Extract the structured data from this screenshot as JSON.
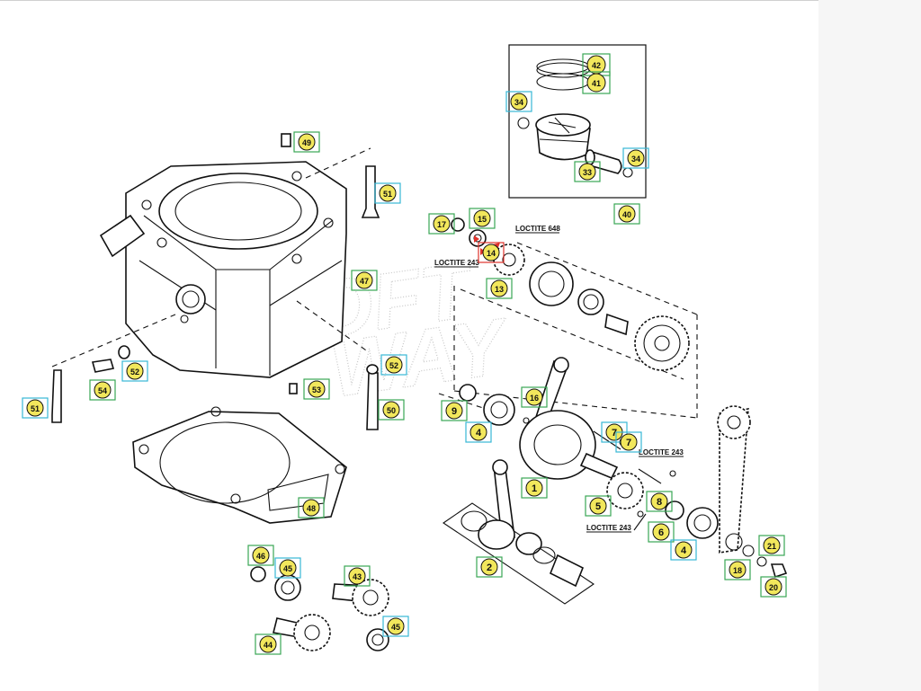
{
  "watermark": [
    "SOFT",
    "WAY"
  ],
  "notes": [
    {
      "id": "loctite-648",
      "text": "LOCTITE 648"
    },
    {
      "id": "loctite-243-top",
      "text": "LOCTITE 243"
    },
    {
      "id": "loctite-243-right",
      "text": "LOCTITE 243"
    },
    {
      "id": "loctite-243-bottom",
      "text": "LOCTITE 243"
    }
  ],
  "callouts": [
    {
      "label": "49",
      "box": "green"
    },
    {
      "label": "51",
      "box": "cyan"
    },
    {
      "label": "47",
      "box": "green"
    },
    {
      "label": "52",
      "box": "cyan"
    },
    {
      "label": "54",
      "box": "green"
    },
    {
      "label": "53",
      "box": "green"
    },
    {
      "label": "52",
      "box": "cyan"
    },
    {
      "label": "50",
      "box": "green"
    },
    {
      "label": "51",
      "box": "cyan"
    },
    {
      "label": "48",
      "box": "green"
    },
    {
      "label": "42",
      "box": "green"
    },
    {
      "label": "41",
      "box": "green"
    },
    {
      "label": "34",
      "box": "cyan"
    },
    {
      "label": "34",
      "box": "cyan"
    },
    {
      "label": "33",
      "box": "green"
    },
    {
      "label": "40",
      "box": "green"
    },
    {
      "label": "17",
      "box": "green"
    },
    {
      "label": "15",
      "box": "green"
    },
    {
      "label": "14",
      "box": "red"
    },
    {
      "label": "13",
      "box": "green"
    },
    {
      "label": "16",
      "box": "green"
    },
    {
      "label": "9",
      "box": "green"
    },
    {
      "label": "4",
      "box": "cyan"
    },
    {
      "label": "7",
      "box": "cyan"
    },
    {
      "label": "7",
      "box": "cyan"
    },
    {
      "label": "1",
      "box": "green"
    },
    {
      "label": "5",
      "box": "green"
    },
    {
      "label": "8",
      "box": "green"
    },
    {
      "label": "6",
      "box": "green"
    },
    {
      "label": "4",
      "box": "cyan"
    },
    {
      "label": "2",
      "box": "green"
    },
    {
      "label": "21",
      "box": "green"
    },
    {
      "label": "18",
      "box": "green"
    },
    {
      "label": "20",
      "box": "green"
    },
    {
      "label": "46",
      "box": "green"
    },
    {
      "label": "45",
      "box": "cyan"
    },
    {
      "label": "43",
      "box": "green"
    },
    {
      "label": "45",
      "box": "cyan"
    },
    {
      "label": "44",
      "box": "green"
    }
  ],
  "colors": {
    "green": "#3aa655",
    "cyan": "#37b7d6",
    "red": "#e0322b",
    "fill": "#f2e75c"
  }
}
